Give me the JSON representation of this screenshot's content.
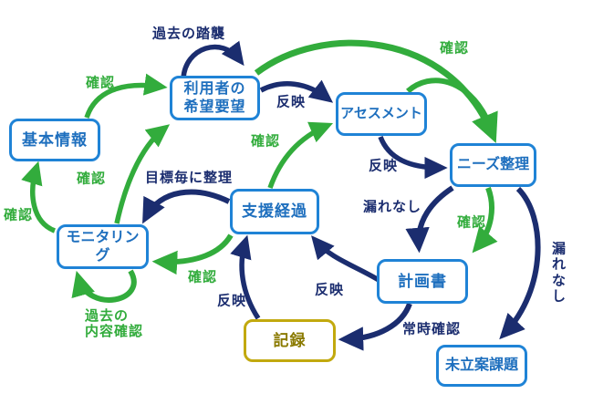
{
  "diagram_name": "care-plan-cycle-diagram",
  "nodes": [
    {
      "id": "basic-info",
      "label": "基本情報"
    },
    {
      "id": "user-wishes",
      "label": "利用者の\n希望要望"
    },
    {
      "id": "assessment",
      "label": "アセスメント"
    },
    {
      "id": "needs-sorting",
      "label": "ニーズ整理"
    },
    {
      "id": "support-progress",
      "label": "支援経過"
    },
    {
      "id": "monitoring",
      "label": "モニタリング"
    },
    {
      "id": "care-plan",
      "label": "計画書"
    },
    {
      "id": "record",
      "label": "記録"
    },
    {
      "id": "unplanned-issues",
      "label": "未立案課題"
    }
  ],
  "edge_labels": [
    {
      "id": "follow-past",
      "text": "過去の踏襲"
    },
    {
      "id": "confirm-basic-to-user",
      "text": "確認"
    },
    {
      "id": "reflect-user-to-assessment",
      "text": "反映"
    },
    {
      "id": "confirm-user-to-needs",
      "text": "確認"
    },
    {
      "id": "reflect-assessment-to-needs",
      "text": "反映"
    },
    {
      "id": "confirm-support-to-assessment",
      "text": "確認"
    },
    {
      "id": "organize-by-goal",
      "text": "目標毎に整理"
    },
    {
      "id": "confirm-monitoring-to-user",
      "text": "確認"
    },
    {
      "id": "confirm-monitoring-to-basic",
      "text": "確認"
    },
    {
      "id": "no-omission-needs-to-plan",
      "text": "漏れなし"
    },
    {
      "id": "confirm-needs-to-plan",
      "text": "確認"
    },
    {
      "id": "no-omission-needs-to-unplanned",
      "text": "漏れなし"
    },
    {
      "id": "confirm-support-to-monitoring",
      "text": "確認"
    },
    {
      "id": "reflect-record-to-support",
      "text": "反映"
    },
    {
      "id": "reflect-plan-to-support",
      "text": "反映"
    },
    {
      "id": "past-content-check",
      "text": "過去の\n内容確認"
    },
    {
      "id": "constant-check",
      "text": "常時確認"
    }
  ],
  "colors": {
    "green": "#32ac3c",
    "navy": "#1b2d6f",
    "box_border": "#1f83d6",
    "box_text": "#1e6fbe",
    "record_border": "#c2a90e",
    "record_text": "#8a7a00"
  }
}
